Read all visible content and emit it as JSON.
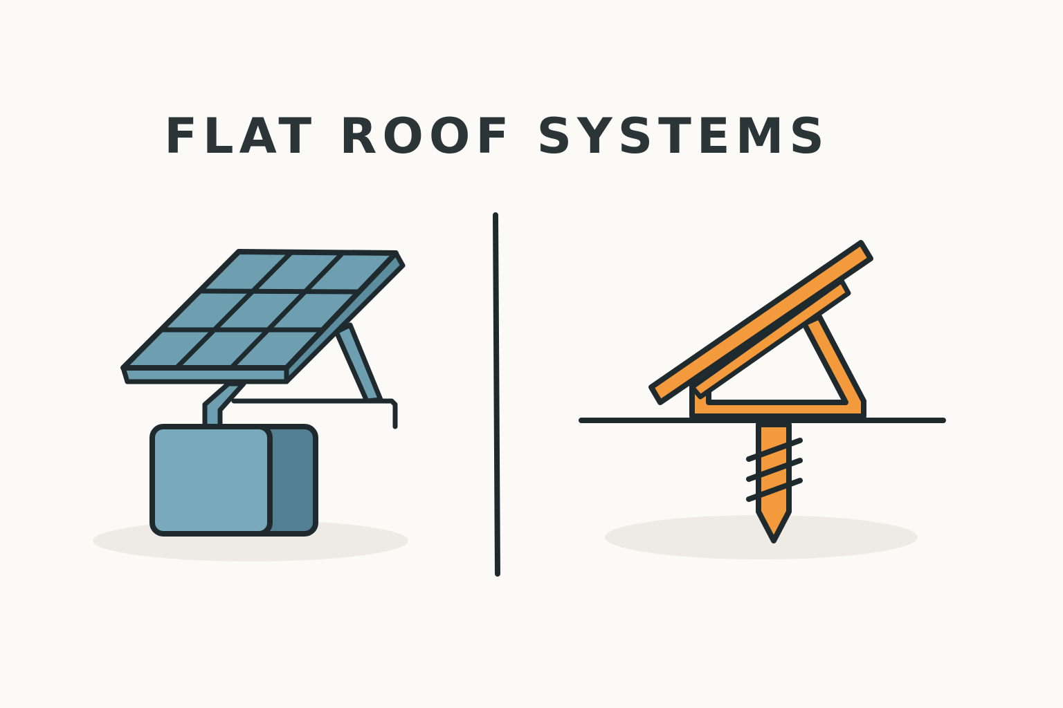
{
  "title": "FLAT ROOF SYSTEMS",
  "colors": {
    "background": "#fbfaf6",
    "outline": "#1f2a2e",
    "panel_blue": "#6e9fb0",
    "ballast_front": "#79aabb",
    "ballast_side": "#527f92",
    "mount_orange": "#f39a3d",
    "shadow": "#eeebe4"
  },
  "panels": [
    {
      "name": "ballasted-system",
      "icon": "ballasted-solar-panel-icon"
    },
    {
      "name": "penetrating-system",
      "icon": "screw-anchored-mount-icon"
    }
  ]
}
